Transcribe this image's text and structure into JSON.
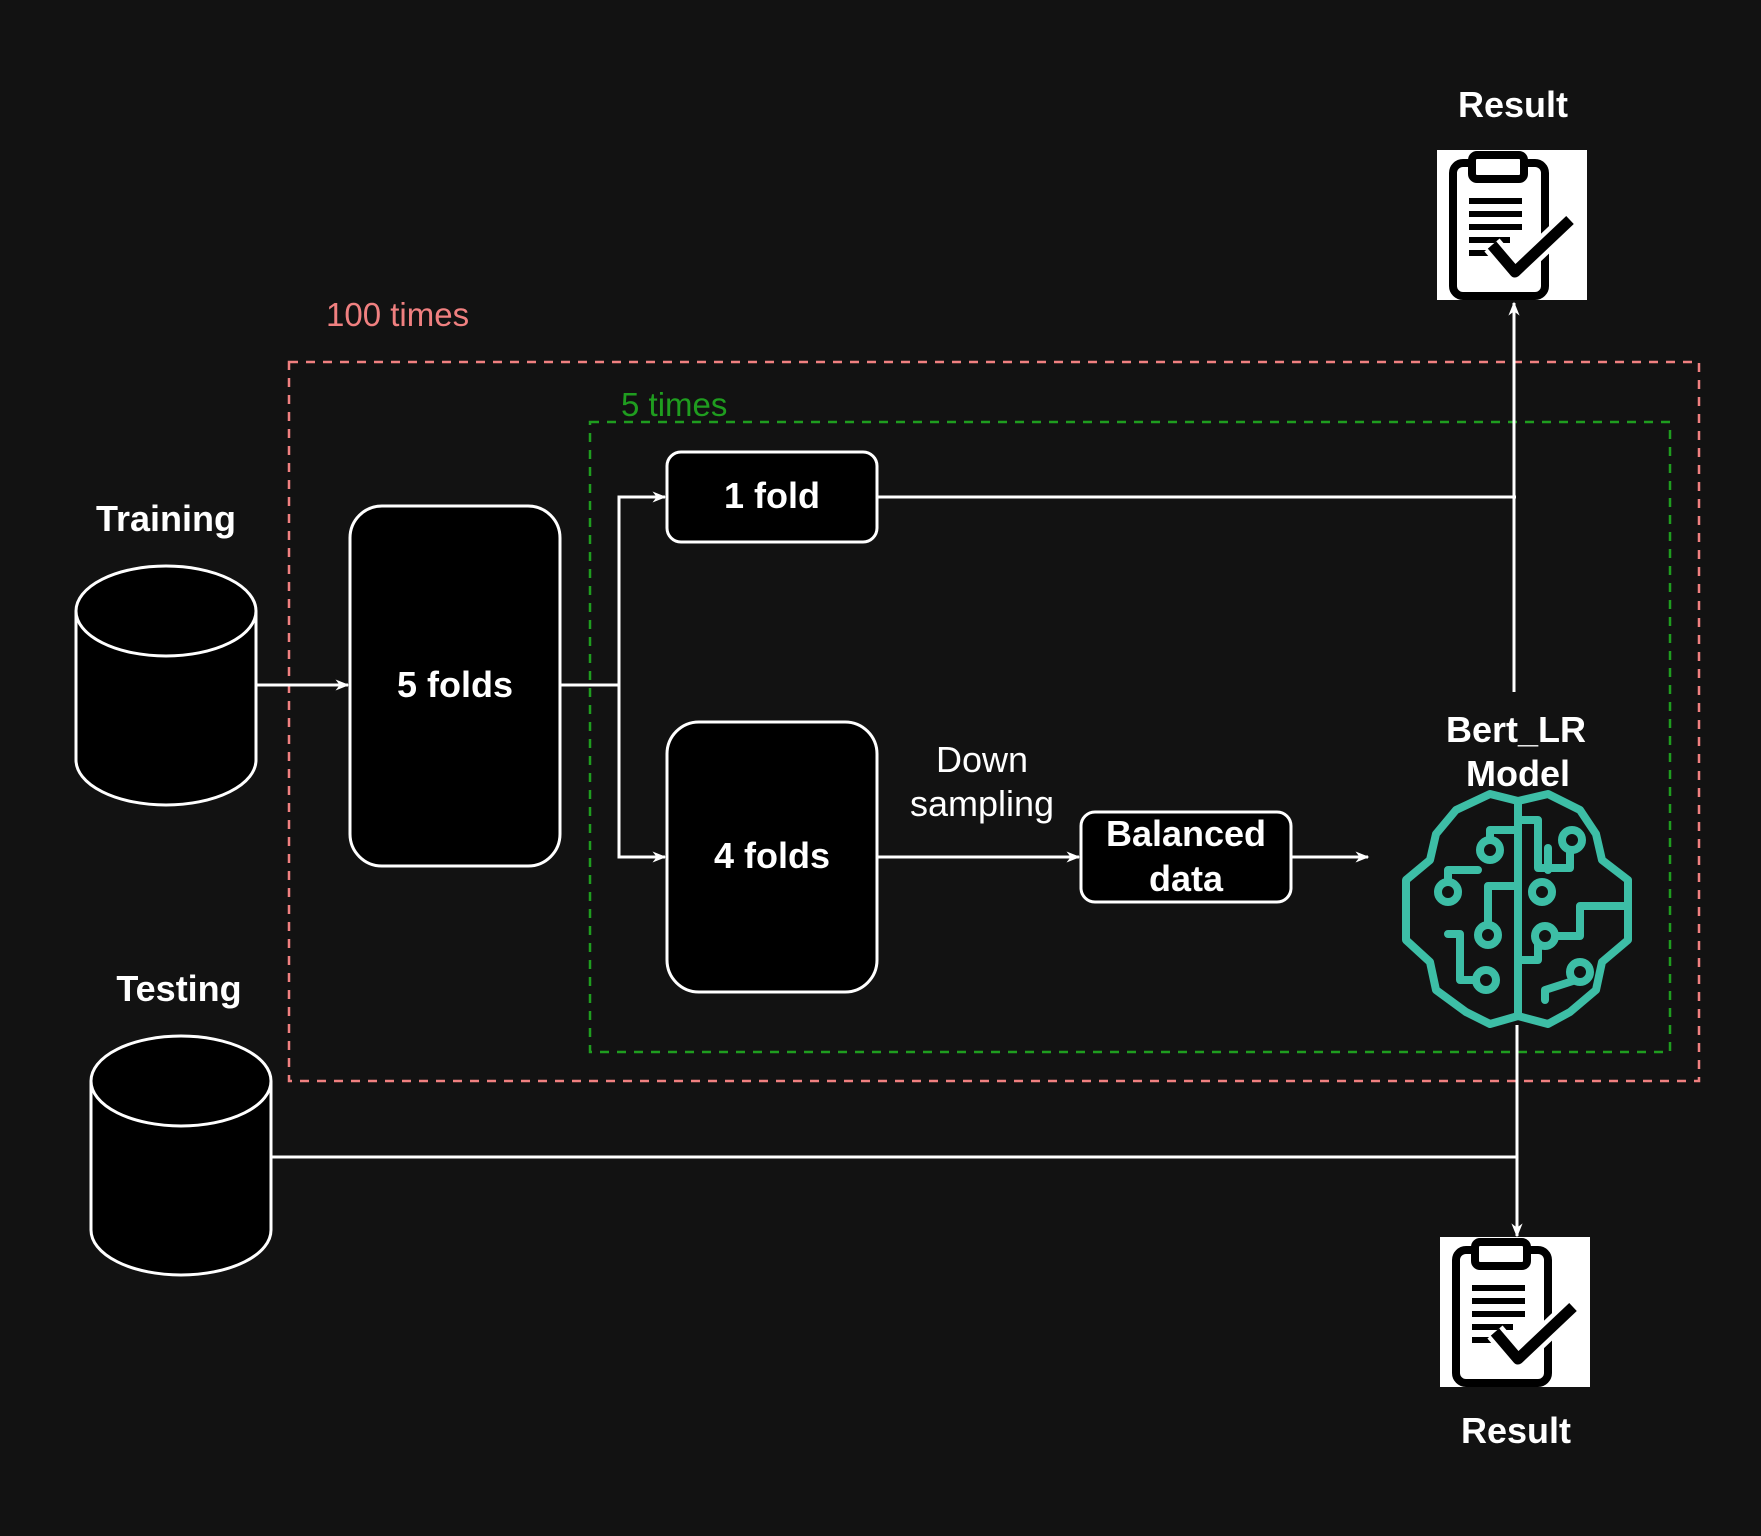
{
  "colors": {
    "background": "#121212",
    "outer_loop": "#f08080",
    "inner_loop": "#1f9d1f",
    "model_icon": "#3dbea6",
    "box_fill": "#000000",
    "stroke": "#ffffff"
  },
  "loops": {
    "outer_label": "100 times",
    "inner_label": "5 times"
  },
  "datasets": {
    "training_label": "Training",
    "testing_label": "Testing"
  },
  "nodes": {
    "five_folds": "5 folds",
    "one_fold": "1 fold",
    "four_folds": "4 folds",
    "balanced_line1": "Balanced",
    "balanced_line2": "data"
  },
  "edges": {
    "down_sampling_line1": "Down",
    "down_sampling_line2": "sampling"
  },
  "model": {
    "label_line1": "Bert_LR",
    "label_line2": "Model",
    "icon": "brain-circuit-icon"
  },
  "results": {
    "top_label": "Result",
    "bottom_label": "Result",
    "icon": "clipboard-check-icon"
  }
}
